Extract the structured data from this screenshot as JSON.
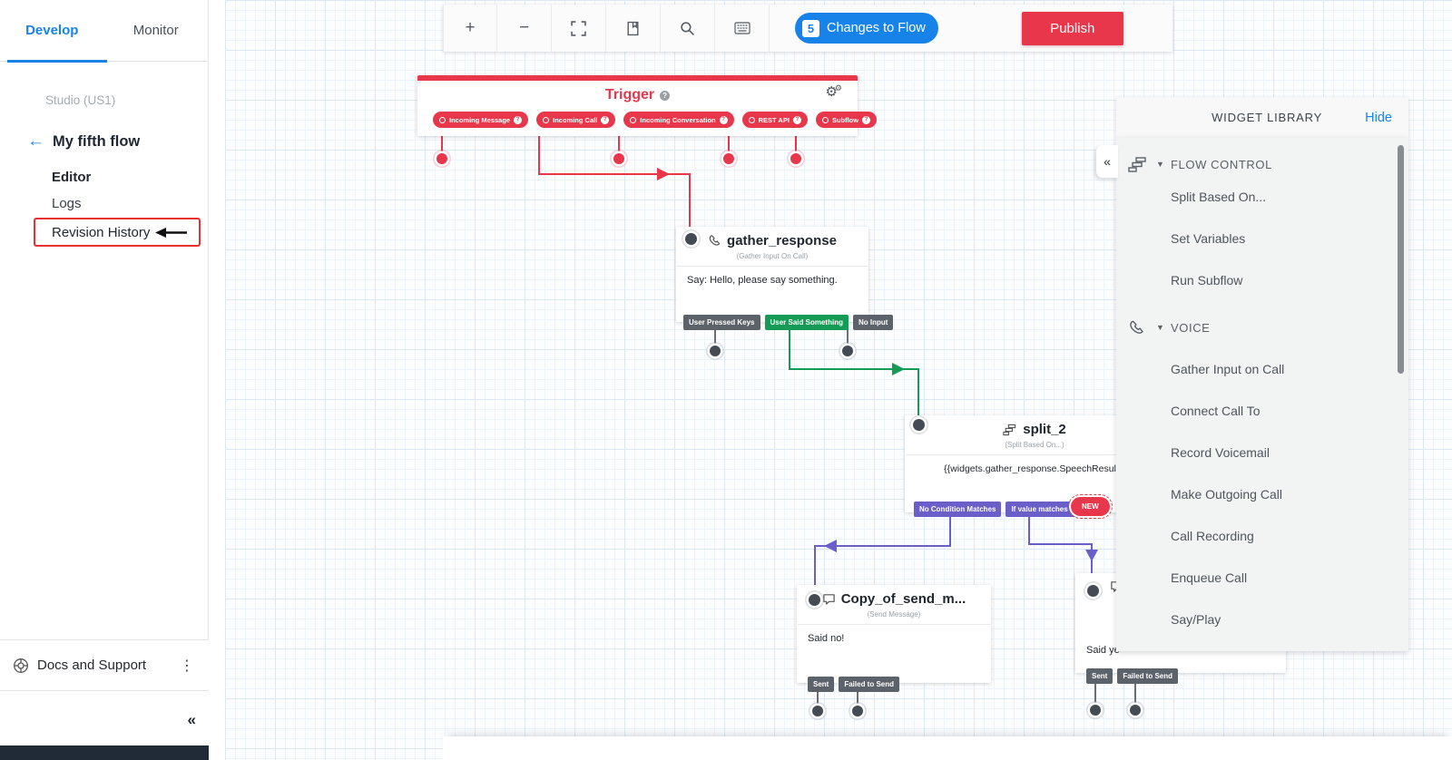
{
  "glyphs": {
    "help": "?",
    "gear_large": "⚙",
    "gear_small": "⚙",
    "section_chevron": "▼"
  },
  "colors": {
    "accent_red": "#E8374B",
    "accent_blue": "#1783E8",
    "success_green": "#169B56",
    "transition_purple": "#6A5FC9",
    "transition_gray": "#5C6269"
  },
  "sidebar": {
    "tabs": [
      {
        "label": "Develop"
      },
      {
        "label": "Monitor"
      }
    ],
    "environment": "Studio (US1)",
    "back_arrow": "←",
    "flow_name": "My fifth flow",
    "nav_items": [
      {
        "label": "Editor"
      },
      {
        "label": "Logs"
      },
      {
        "label": "Revision History"
      }
    ],
    "docs_support_label": "Docs and Support",
    "overflow_menu": "⋮",
    "collapse_chevrons": "«"
  },
  "toolbar": {
    "zoom_in": "+",
    "zoom_out": "−",
    "changes_count": "5",
    "changes_label": "Changes to Flow",
    "publish_label": "Publish"
  },
  "flow": {
    "trigger": {
      "title": "Trigger",
      "events": [
        {
          "label": "Incoming Message"
        },
        {
          "label": "Incoming Call"
        },
        {
          "label": "Incoming Conversation"
        },
        {
          "label": "REST API"
        },
        {
          "label": "Subflow"
        }
      ]
    },
    "widgets": [
      {
        "name": "gather_response",
        "type": "(Gather Input On Call)",
        "body": "Say: Hello, please say something.",
        "transitions": [
          {
            "label": "User Pressed Keys",
            "color": "#5C6269"
          },
          {
            "label": "User Said Something",
            "color": "#169B56"
          },
          {
            "label": "No Input",
            "color": "#5C6269"
          }
        ]
      },
      {
        "name": "split_2",
        "type": "(Split Based On...)",
        "body": "{{widgets.gather_response.SpeechResult}}",
        "new_badge": "NEW",
        "transitions": [
          {
            "label": "No Condition Matches",
            "color": "#6A5FC9"
          },
          {
            "label": "If value matches Yes",
            "color": "#6A5FC9"
          }
        ]
      },
      {
        "name": "Copy_of_send_m...",
        "type": "(Send Message)",
        "body": "Said no!",
        "transitions": [
          {
            "label": "Sent",
            "color": "#5C6269"
          },
          {
            "label": "Failed to Send",
            "color": "#5C6269"
          }
        ]
      },
      {
        "name": "",
        "type": "",
        "body": "Said ye",
        "transitions": [
          {
            "label": "Sent",
            "color": "#5C6269"
          },
          {
            "label": "Failed to Send",
            "color": "#5C6269"
          }
        ]
      }
    ]
  },
  "widget_library": {
    "title": "WIDGET LIBRARY",
    "hide_label": "Hide",
    "collapse_chevrons": "«",
    "sections": [
      {
        "label": "FLOW CONTROL",
        "icon": "split-icon",
        "items": [
          "Split Based On...",
          "Set Variables",
          "Run Subflow"
        ]
      },
      {
        "label": "VOICE",
        "icon": "phone-icon",
        "items": [
          "Gather Input on Call",
          "Connect Call To",
          "Record Voicemail",
          "Make Outgoing Call",
          "Call Recording",
          "Enqueue Call",
          "Say/Play"
        ]
      }
    ]
  }
}
